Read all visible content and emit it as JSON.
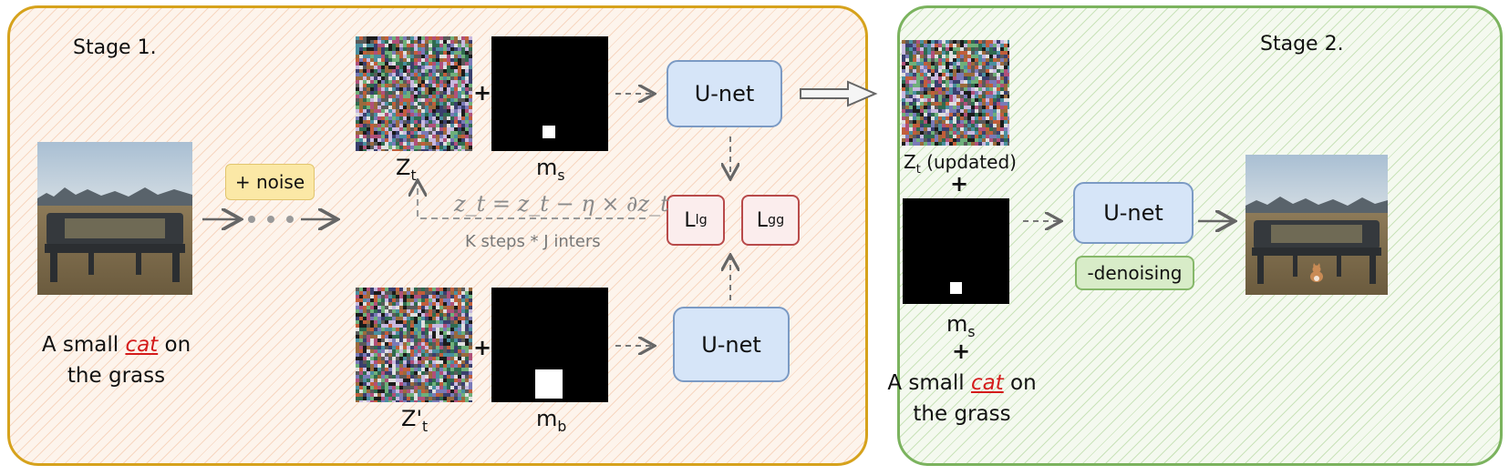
{
  "stage1": {
    "title": "Stage 1."
  },
  "stage2": {
    "title": "Stage 2."
  },
  "noise_step": {
    "label": "+ noise"
  },
  "nodes": {
    "zt": {
      "main": "Z",
      "sub": "t"
    },
    "ms": {
      "main": "m",
      "sub": "s"
    },
    "ztp": {
      "main": "Z'",
      "sub": "t"
    },
    "mb": {
      "main": "m",
      "sub": "b"
    },
    "zt_updated": {
      "main": "Z",
      "sub": "t",
      "suffix": " (updated)"
    },
    "ms2": {
      "main": "m",
      "sub": "s"
    }
  },
  "unet_labels": {
    "u1": "U-net",
    "u2": "U-net",
    "u3": "U-net"
  },
  "losses": {
    "llg": {
      "main": "L",
      "sub": "lg"
    },
    "lgg": {
      "main": "L",
      "sub": "gg"
    }
  },
  "update": {
    "formula": "z_t = z_t − η × ∂z_t",
    "steps": "K steps * J inters"
  },
  "denoise": {
    "label": "-denoising"
  },
  "prompt": {
    "before": "A small",
    "highlight": "cat",
    "after": "on",
    "line2": "the grass"
  },
  "colors": {
    "stage1_border": "#d6a21c",
    "stage2_border": "#7bb35e",
    "unet_fill": "#d6e5f8",
    "loss_border": "#b84a4a",
    "noise_chip": "#fbe8a6",
    "denoise_chip": "#d8ecc8",
    "cat_text": "#d41b1b"
  },
  "icons": [
    "bench-photo",
    "bench-with-cat-photo",
    "noise-latent",
    "mask",
    "arrow",
    "hollow-arrow",
    "dots"
  ]
}
